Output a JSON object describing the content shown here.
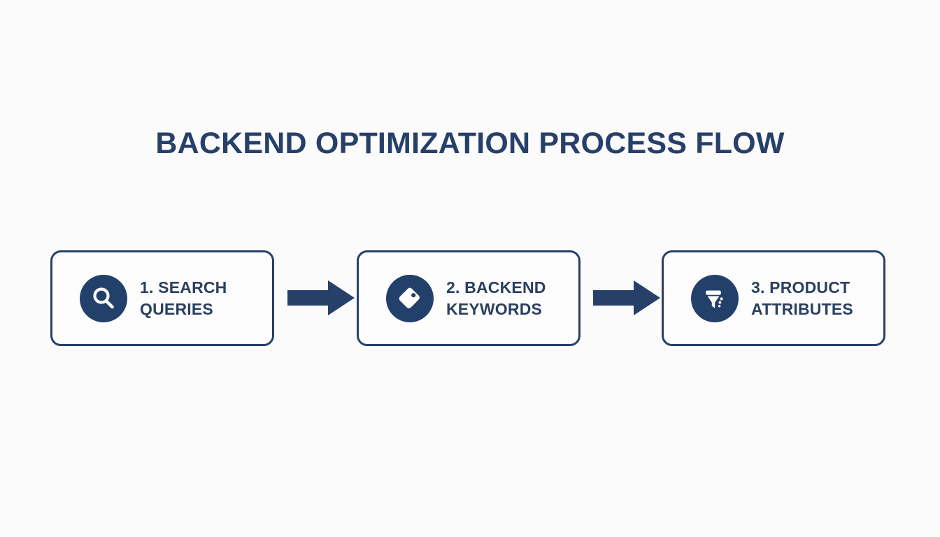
{
  "diagram": {
    "title": "BACKEND OPTIMIZATION PROCESS FLOW",
    "type": "horizontal-process-flow",
    "background_color": "#fbfbfc",
    "accent_color": "#27406a",
    "icon_circle_color": "#23406b",
    "label_color": "#2b3f60",
    "steps": [
      {
        "number": "1.",
        "line1": "1. SEARCH",
        "line2": "QUERIES",
        "full_label": "1. SEARCH QUERIES",
        "icon": "magnifier-icon"
      },
      {
        "number": "2.",
        "line1": "2. BACKEND",
        "line2": "KEYWORDS",
        "full_label": "2. BACKEND KEYWORDS",
        "icon": "price-tag-icon"
      },
      {
        "number": "3.",
        "line1": "3. PRODUCT",
        "line2": "ATTRIBUTES",
        "full_label": "3. PRODUCT ATTRIBUTES",
        "icon": "funnel-filter-icon"
      }
    ],
    "connectors": [
      {
        "from": "1. SEARCH QUERIES",
        "to": "2. BACKEND KEYWORDS",
        "style": "block-arrow-right"
      },
      {
        "from": "2. BACKEND KEYWORDS",
        "to": "3. PRODUCT ATTRIBUTES",
        "style": "block-arrow-right"
      }
    ]
  }
}
